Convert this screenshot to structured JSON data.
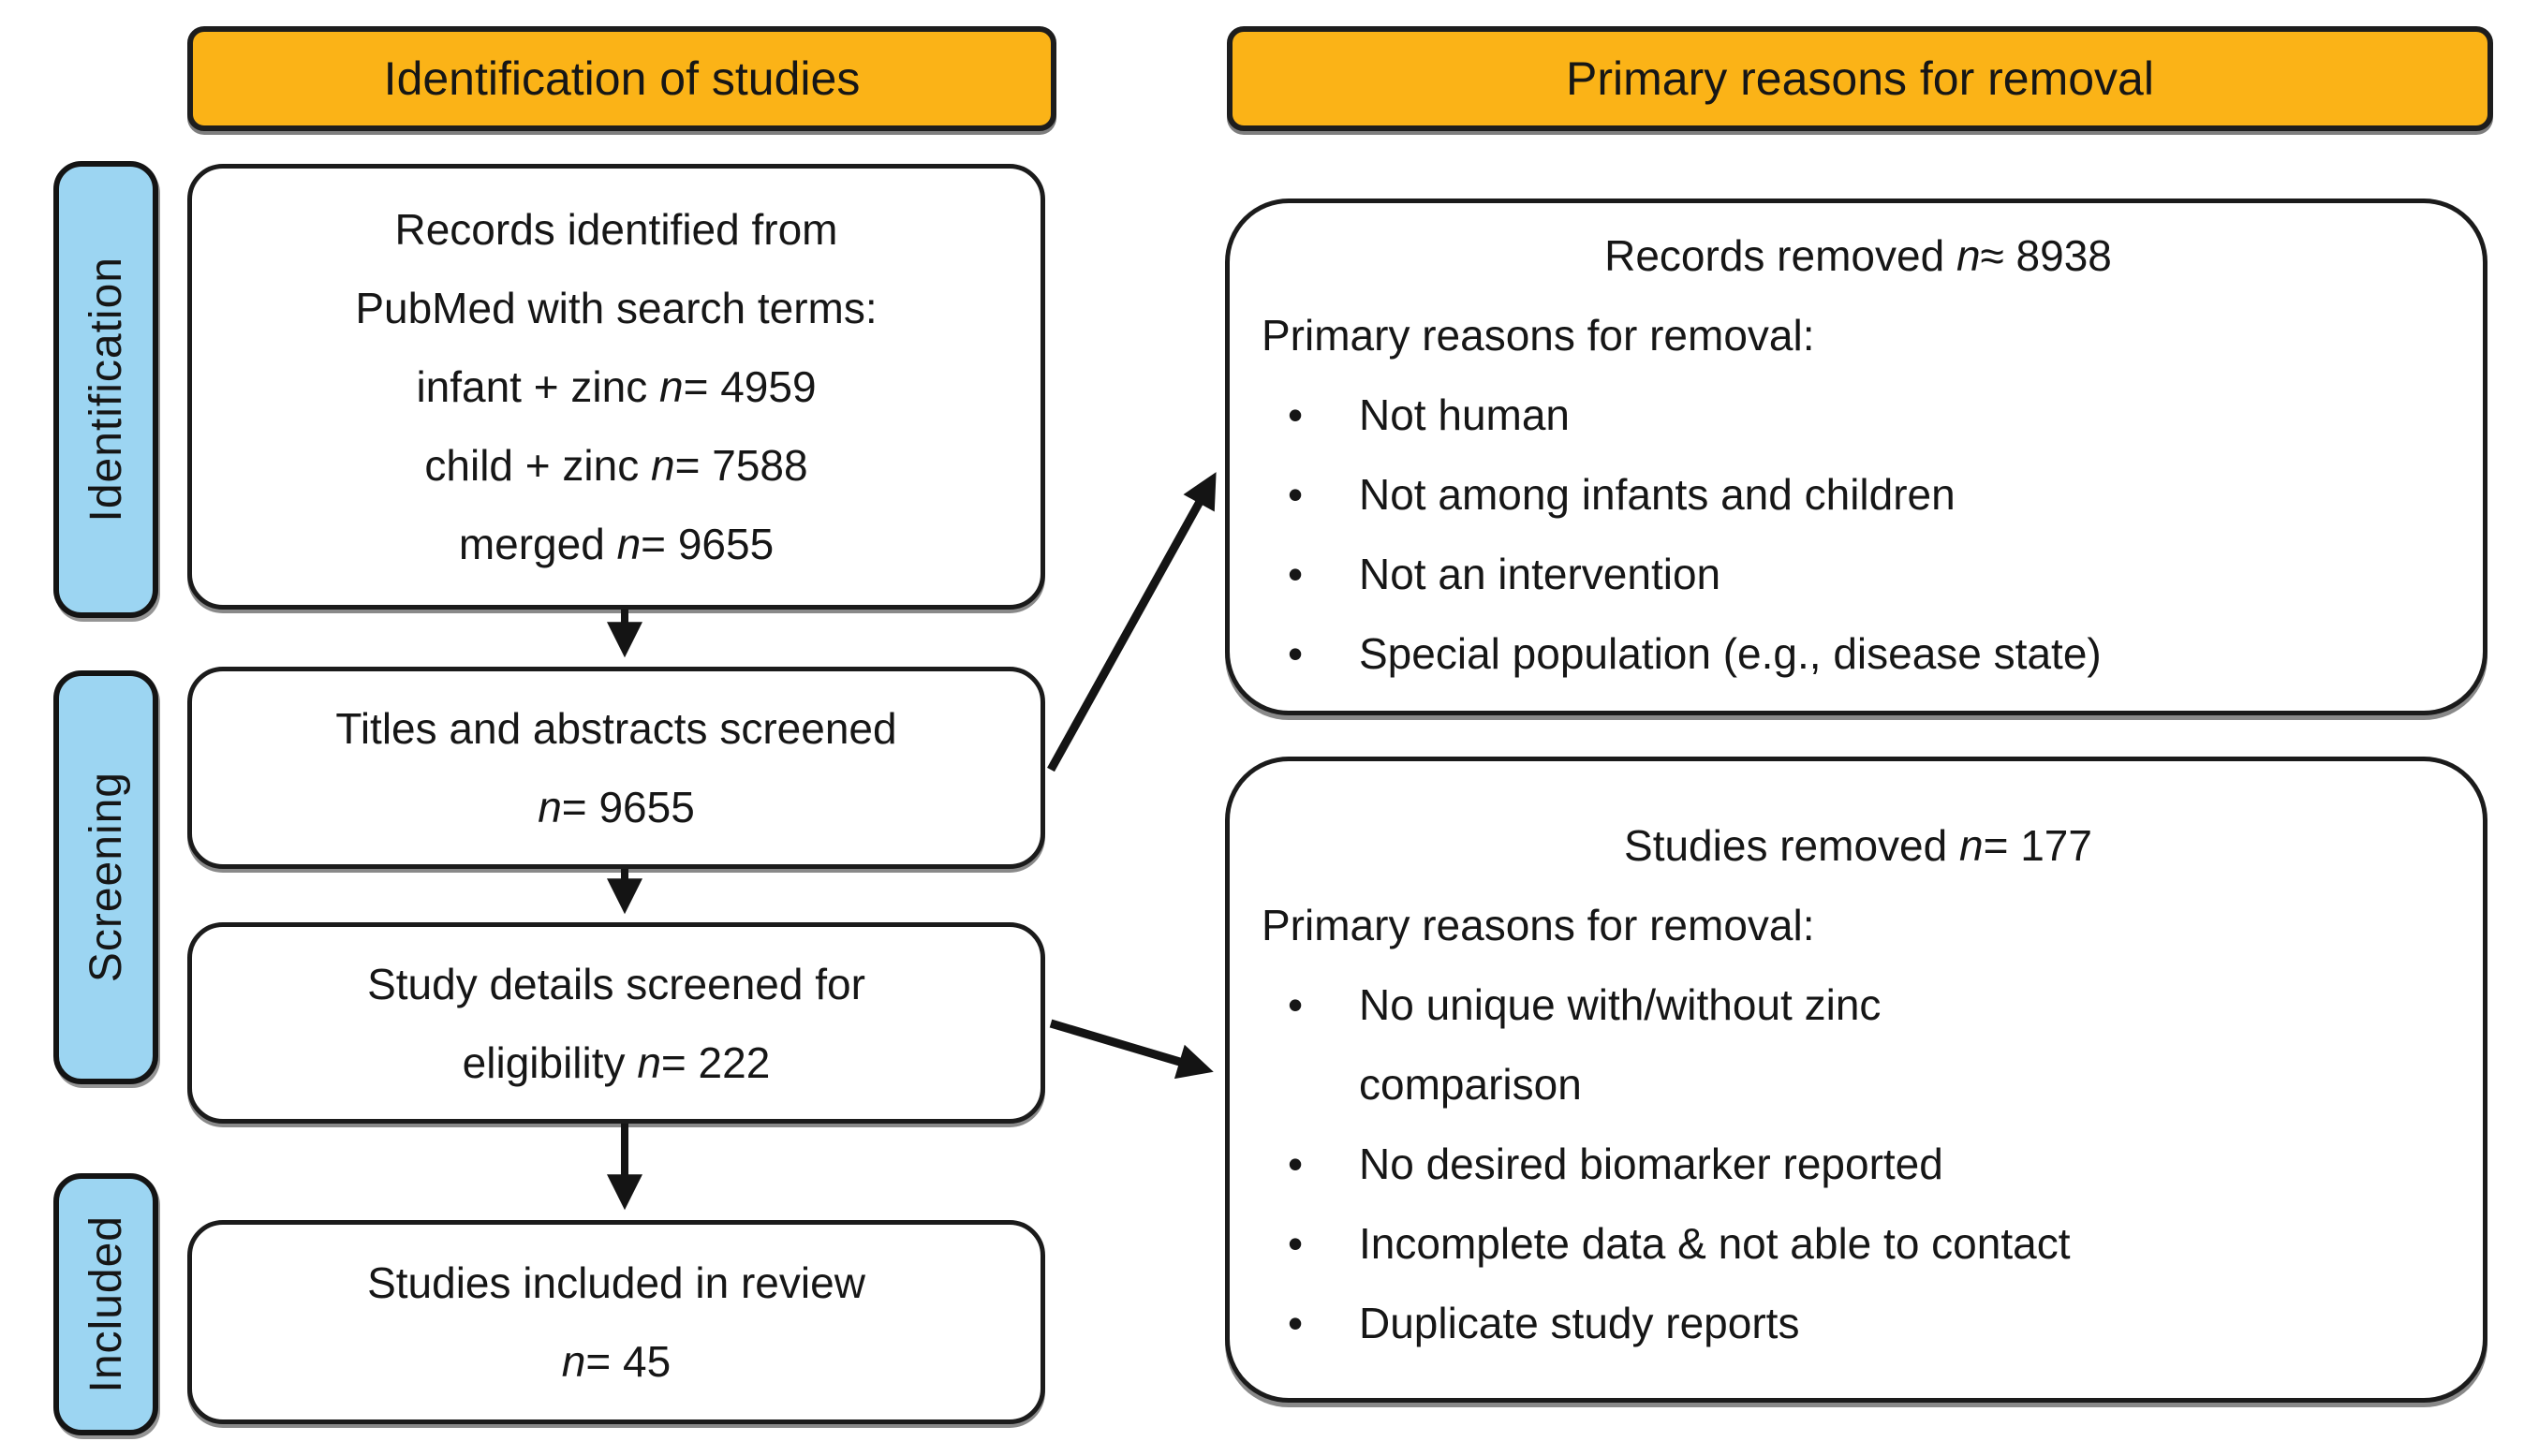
{
  "colors": {
    "header_bg": "#fbb317",
    "stage_bg": "#9cd5f2",
    "border": "#1b1b1b",
    "box_bg": "#ffffff"
  },
  "headers": {
    "left": "Identification of studies",
    "right": "Primary reasons for removal"
  },
  "stages": [
    {
      "label": "Identification"
    },
    {
      "label": "Screening"
    },
    {
      "label": "Included"
    }
  ],
  "flow_boxes": [
    {
      "id": "records-identified",
      "lines": [
        "Records identified from",
        "PubMed with search terms:",
        "infant + zinc n= 4959",
        "child + zinc n= 7588",
        "merged n= 9655"
      ]
    },
    {
      "id": "titles-abstracts-screened",
      "lines": [
        "Titles and abstracts screened",
        "n= 9655"
      ]
    },
    {
      "id": "study-details-screened",
      "lines": [
        "Study details screened for",
        "eligibility n= 222"
      ]
    },
    {
      "id": "studies-included",
      "lines": [
        "Studies included in review",
        "n= 45"
      ]
    }
  ],
  "removal_boxes": [
    {
      "id": "records-removed",
      "title": "Records removed n≈ 8938",
      "subtitle": "Primary reasons for removal:",
      "bullets": [
        "Not human",
        "Not among infants and children",
        "Not an intervention",
        "Special population (e.g., disease state)"
      ]
    },
    {
      "id": "studies-removed",
      "title": "Studies removed n= 177",
      "subtitle": "Primary reasons for removal:",
      "bullets": [
        "No unique with/without zinc\ncomparison",
        "No desired biomarker reported",
        "Incomplete data & not able to contact",
        "Duplicate study reports"
      ]
    }
  ]
}
